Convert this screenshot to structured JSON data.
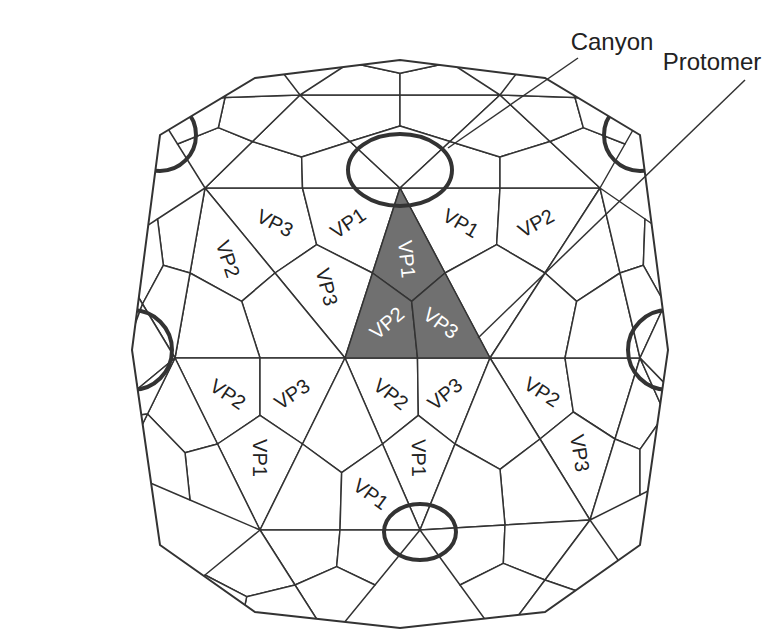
{
  "diagram": {
    "labels": [
      "Canyon",
      "Protomer",
      "VP3",
      "VP1",
      "VP1",
      "VP1",
      "VP2",
      "VP2",
      "VP3",
      "VP3",
      "VP2",
      "VP2",
      "VP3",
      "VP3",
      "VP2",
      "VP2",
      "VP1",
      "VP1",
      "VP1",
      "VP3"
    ]
  }
}
